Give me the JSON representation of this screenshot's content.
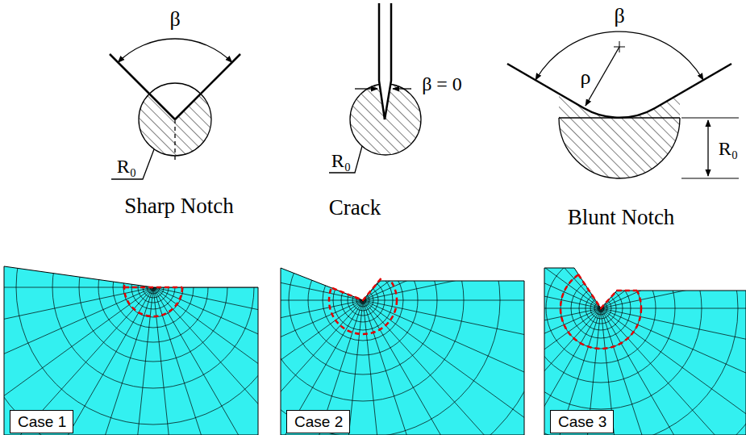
{
  "diagram": {
    "nodes": [
      {
        "text": [
          "Case 1"
        ]
      },
      {
        "text": [
          "Case 2"
        ]
      },
      {
        "text": [
          "Case 3"
        ]
      }
    ],
    "labels": [
      "β",
      "β = 0",
      "β",
      "ρ",
      "R₀",
      "R₀",
      "R₀",
      "Sharp Notch",
      "Crack",
      "Blunt Notch"
    ]
  }
}
